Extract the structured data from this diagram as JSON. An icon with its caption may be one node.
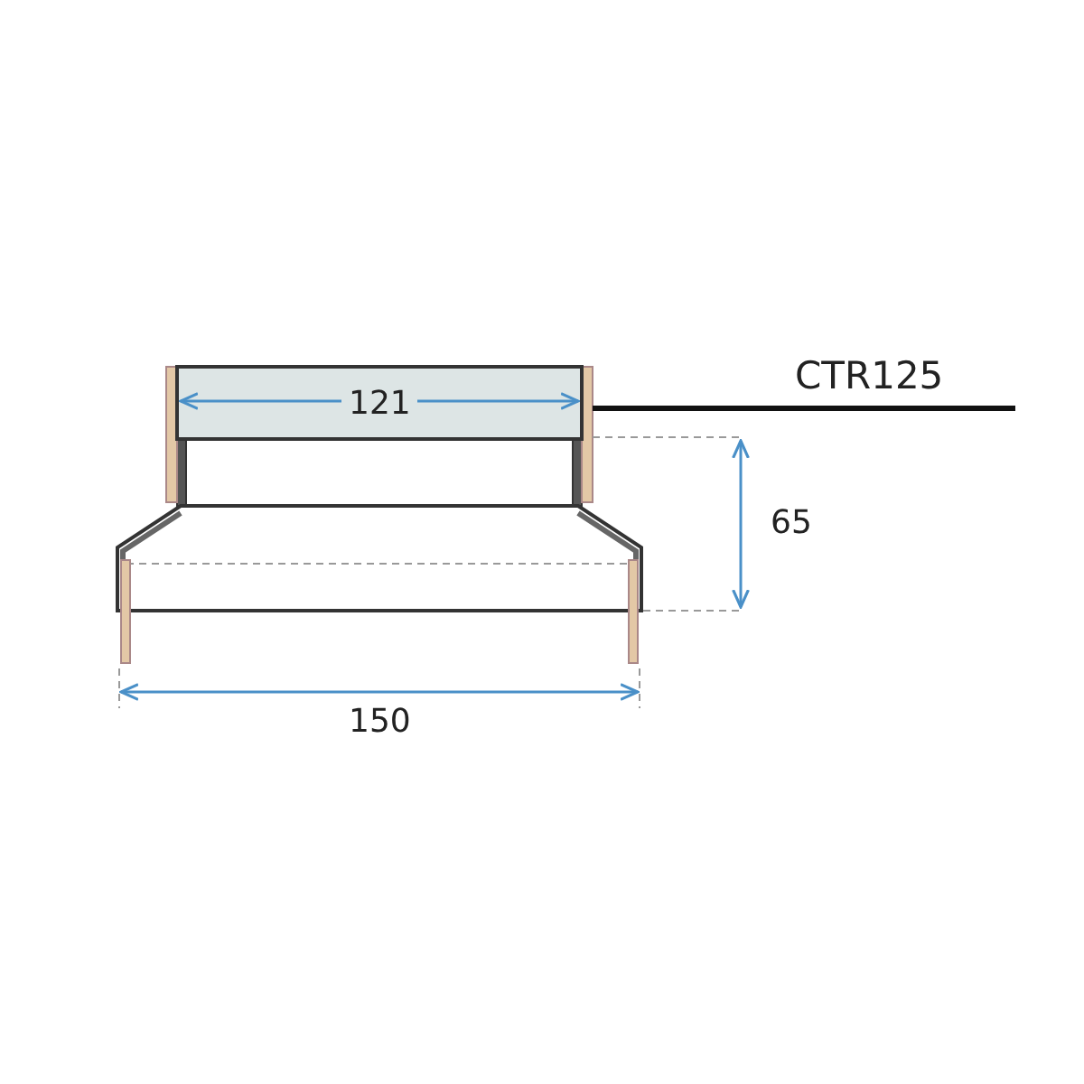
{
  "diagram": {
    "nodes": [
      {
        "text": [
          "CTR125"
        ]
      },
      {
        "text": [],
        "shape": "box"
      }
    ],
    "edges": [
      {
        "from": 0,
        "to": 1,
        "arrow": "none"
      }
    ],
    "labels": [
      "121",
      "65",
      "150"
    ]
  }
}
